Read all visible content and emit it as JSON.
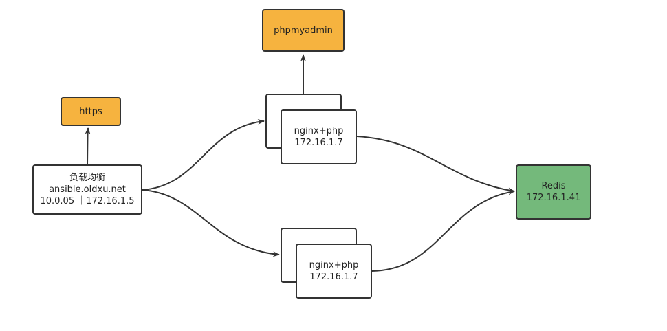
{
  "diagram": {
    "nodes": {
      "https": {
        "lines": [
          "https"
        ],
        "color": "#f6b33f"
      },
      "phpmyadmin": {
        "lines": [
          "phpmyadmin"
        ],
        "color": "#f6b33f"
      },
      "load_balancer": {
        "lines": [
          "负载均衡",
          "ansible.oldxu.net",
          "10.0.05 ｜172.16.1.5"
        ],
        "color": "#ffffff"
      },
      "web_top": {
        "lines": [
          "nginx+php",
          "172.16.1.7"
        ],
        "color": "#ffffff"
      },
      "web_bottom": {
        "lines": [
          "nginx+php",
          "172.16.1.7"
        ],
        "color": "#ffffff"
      },
      "redis": {
        "lines": [
          "Redis",
          "172.16.1.41"
        ],
        "color": "#74b97b"
      }
    },
    "edges": [
      {
        "from": "load_balancer",
        "to": "https"
      },
      {
        "from": "load_balancer",
        "to": "web_top"
      },
      {
        "from": "load_balancer",
        "to": "web_bottom"
      },
      {
        "from": "web_top",
        "to": "phpmyadmin"
      },
      {
        "from": "web_top",
        "to": "redis"
      },
      {
        "from": "web_bottom",
        "to": "redis"
      }
    ],
    "line_color": "#333333"
  }
}
